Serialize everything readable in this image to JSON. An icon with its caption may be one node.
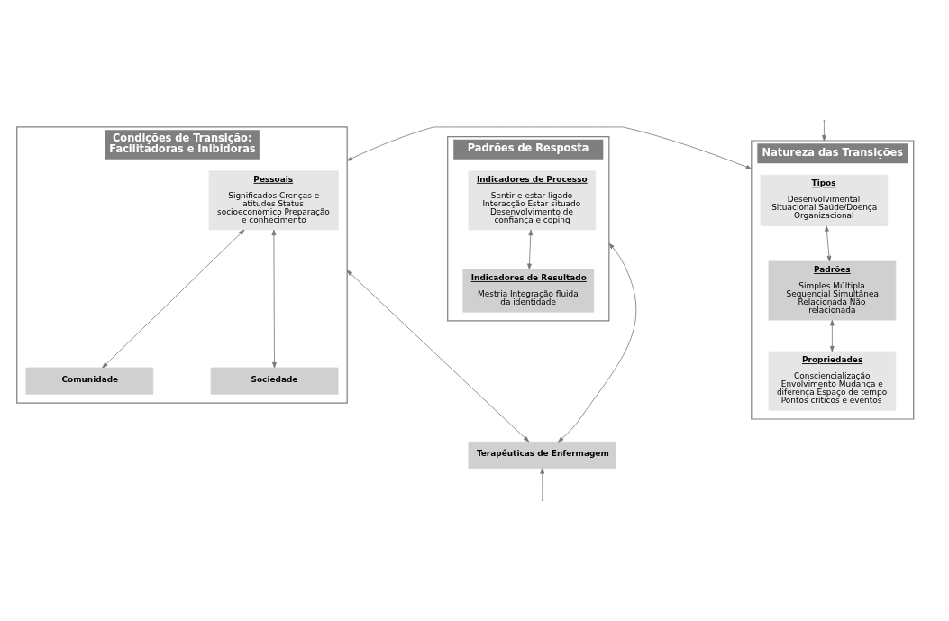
{
  "diagram": {
    "nodes": [
      {
        "text": [
          "Natureza das Transições"
        ]
      },
      {
        "text": [
          "Tipos",
          "Desenvolvimental Situacional Saúde/Doença Organizacional"
        ],
        "in": 0
      },
      {
        "text": [
          "Padrões",
          "Simples Múltipla Sequencial Simultânea Relacionada Não relacionada"
        ],
        "in": 0
      },
      {
        "text": [
          "Propriedades",
          "Consciencialização Envolvimento Mudança e diferença Espaço de tempo Pontos críticos e eventos"
        ],
        "in": 0
      },
      {
        "text": [
          "Condições de Transição: Facilitadoras e Inibidoras"
        ]
      },
      {
        "text": [
          "Pessoais",
          "Significados Crenças e atitudes Status socioeconómico Preparação e conhecimento"
        ],
        "in": 4
      },
      {
        "text": [
          "Comunidade"
        ],
        "in": 4
      },
      {
        "text": [
          "Sociedade"
        ],
        "in": 4
      },
      {
        "text": [
          "Padrões de Resposta"
        ]
      },
      {
        "text": [
          "Indicadores de Processo",
          "Sentir e estar ligado Interacção Estar situado Desenvolvimento de confiança e coping"
        ],
        "in": 8
      },
      {
        "text": [
          "Indicadores de Resultado",
          "Mestria Integração fluida da identidade"
        ],
        "in": 8
      },
      {
        "text": [
          "Terapêuticas de Enfermagem"
        ]
      }
    ],
    "edges": [
      {
        "from": null,
        "to": 0,
        "arrow": "to"
      },
      {
        "from": 1,
        "to": 2,
        "arrow": "both"
      },
      {
        "from": 2,
        "to": 3,
        "arrow": "both"
      },
      {
        "from": 0,
        "to": 4,
        "arrow": "both"
      },
      {
        "from": 5,
        "to": 6,
        "arrow": "both"
      },
      {
        "from": 5,
        "to": 7,
        "arrow": "both"
      },
      {
        "from": 9,
        "to": 10,
        "arrow": "both"
      },
      {
        "from": 4,
        "to": 11,
        "arrow": "both"
      },
      {
        "from": 8,
        "to": 11,
        "arrow": "both"
      },
      {
        "from": null,
        "to": 11,
        "arrow": "to"
      }
    ]
  }
}
